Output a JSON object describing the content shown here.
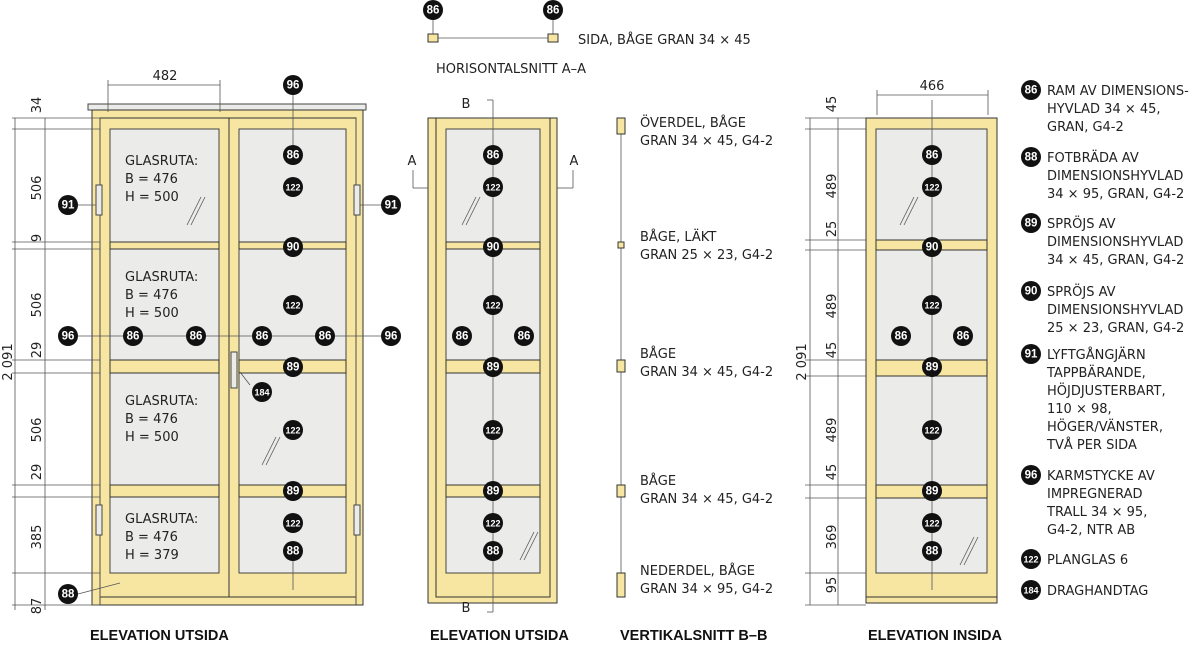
{
  "colors": {
    "wood": "#f7e6a2",
    "glass": "#ebebea",
    "badge": "#111111"
  },
  "top_section": {
    "badge_left": "86",
    "badge_right": "86",
    "side_label": "SIDA,  BÅGE GRAN 34 × 45",
    "title": "HORISONTALSNITT A–A"
  },
  "drawing1": {
    "title": "ELEVATION UTSIDA",
    "width_dim": "482",
    "height_total": "2 091",
    "dims": [
      "34",
      "506",
      "9",
      "506",
      "29",
      "506",
      "29",
      "385",
      "87"
    ],
    "panes": [
      {
        "l1": "GLASRUTA:",
        "l2": "B = 476",
        "l3": "H = 500"
      },
      {
        "l1": "GLASRUTA:",
        "l2": "B = 476",
        "l3": "H = 500"
      },
      {
        "l1": "GLASRUTA:",
        "l2": "B = 476",
        "l3": "H = 500"
      },
      {
        "l1": "GLASRUTA:",
        "l2": "B = 476",
        "l3": "H = 379"
      }
    ],
    "badges": [
      "96",
      "86",
      "122",
      "91",
      "91",
      "90",
      "122",
      "96",
      "86",
      "86",
      "86",
      "86",
      "96",
      "89",
      "184",
      "122",
      "89",
      "122",
      "88",
      "88"
    ]
  },
  "drawing2": {
    "title": "ELEVATION UTSIDA",
    "section_a": "A",
    "section_b": "B",
    "badges": [
      "86",
      "122",
      "90",
      "122",
      "86",
      "86",
      "89",
      "122",
      "89",
      "122",
      "88"
    ]
  },
  "section_bb": {
    "title": "VERTIKALSNITT B–B",
    "labels": [
      {
        "l1": "ÖVERDEL, BÅGE",
        "l2": "GRAN 34 × 45, G4-2"
      },
      {
        "l1": "BÅGE, LÄKT",
        "l2": "GRAN 25 × 23, G4-2"
      },
      {
        "l1": "BÅGE",
        "l2": "GRAN 34 × 45, G4-2"
      },
      {
        "l1": "BÅGE",
        "l2": "GRAN 34 × 45, G4-2"
      },
      {
        "l1": "NEDERDEL, BÅGE",
        "l2": "GRAN 34 × 95, G4-2"
      }
    ]
  },
  "drawing4": {
    "title": "ELEVATION INSIDA",
    "width_dim": "466",
    "height_total": "2 091",
    "dims": [
      "45",
      "489",
      "25",
      "489",
      "45",
      "489",
      "45",
      "369",
      "95"
    ],
    "badges": [
      "86",
      "122",
      "90",
      "122",
      "86",
      "86",
      "89",
      "122",
      "89",
      "122",
      "88"
    ]
  },
  "legend": [
    {
      "num": "86",
      "lines": [
        "RAM AV DIMENSIONS-",
        "HYVLAD 34 × 45,",
        "GRAN, G4-2"
      ]
    },
    {
      "num": "88",
      "lines": [
        "FOTBRÄDA AV",
        "DIMENSIONSHYVLAD",
        "34 × 95, GRAN, G4-2"
      ]
    },
    {
      "num": "89",
      "lines": [
        "SPRÖJS AV",
        "DIMENSIONSHYVLAD",
        "34 × 45, GRAN, G4-2"
      ]
    },
    {
      "num": "90",
      "lines": [
        "SPRÖJS AV",
        "DIMENSIONSHYVLAD",
        "25 × 23, GRAN, G4-2"
      ]
    },
    {
      "num": "91",
      "lines": [
        "LYFTGÅNGJÄRN",
        "TAPPBÄRANDE,",
        "HÖJDJUSTERBART,",
        "110 × 98,",
        "HÖGER/VÄNSTER,",
        "TVÅ PER SIDA"
      ]
    },
    {
      "num": "96",
      "lines": [
        "KARMSTYCKE AV",
        "IMPREGNERAD",
        "TRALL 34 × 95,",
        "G4-2, NTR AB"
      ]
    },
    {
      "num": "122",
      "lines": [
        "PLANGLAS 6"
      ]
    },
    {
      "num": "184",
      "lines": [
        "DRAGHANDTAG"
      ]
    }
  ]
}
